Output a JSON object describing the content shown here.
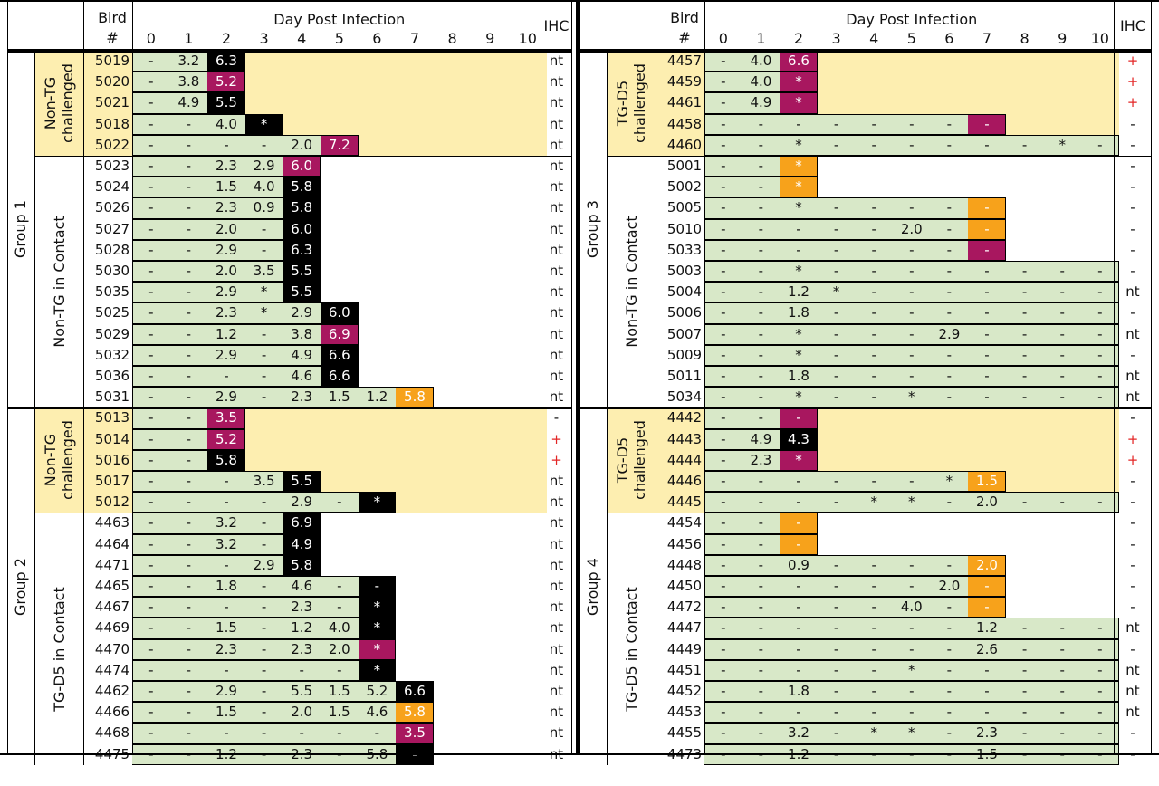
{
  "header": {
    "bird_line1": "Bird",
    "bird_line2": "#",
    "title": "Day Post Infection",
    "days": [
      "0",
      "1",
      "2",
      "3",
      "4",
      "5",
      "6",
      "7",
      "8",
      "9",
      "10"
    ],
    "ihc": "IHC"
  },
  "colors": {
    "green": "#d8e8c8",
    "yellow": "#fdeeb0",
    "black": "#000000",
    "magenta": "#a8175f",
    "orange": "#f7a21b",
    "plus_red": "#e32626"
  },
  "panels": [
    {
      "id": "group1",
      "group": "Group 1",
      "subgroups": [
        {
          "label": [
            "Non-TG",
            "challenged"
          ],
          "shade": "yellow",
          "rows": 5
        },
        {
          "label": [
            "Non-TG in Contact"
          ],
          "shade": "none",
          "rows": 12
        }
      ],
      "rows": [
        {
          "bird": "5019",
          "cells": [
            "-",
            "3.2",
            "6.3"
          ],
          "end": "B",
          "ihc": "nt",
          "bg": "y"
        },
        {
          "bird": "5020",
          "cells": [
            "-",
            "3.8",
            "5.2"
          ],
          "end": "M",
          "ihc": "nt",
          "bg": "y"
        },
        {
          "bird": "5021",
          "cells": [
            "-",
            "4.9",
            "5.5"
          ],
          "end": "B",
          "ihc": "nt",
          "bg": "y"
        },
        {
          "bird": "5018",
          "cells": [
            "-",
            "-",
            "4.0",
            "*"
          ],
          "end": "B",
          "ihc": "nt",
          "bg": "y"
        },
        {
          "bird": "5022",
          "cells": [
            "-",
            "-",
            "-",
            "-",
            "2.0",
            "7.2"
          ],
          "end": "M",
          "ihc": "nt",
          "bg": "y"
        },
        {
          "bird": "5023",
          "cells": [
            "-",
            "-",
            "2.3",
            "2.9",
            "6.0"
          ],
          "end": "M",
          "ihc": "nt",
          "bg": "w"
        },
        {
          "bird": "5024",
          "cells": [
            "-",
            "-",
            "1.5",
            "4.0",
            "5.8"
          ],
          "end": "B",
          "ihc": "nt",
          "bg": "w"
        },
        {
          "bird": "5026",
          "cells": [
            "-",
            "-",
            "2.3",
            "0.9",
            "5.8"
          ],
          "end": "B",
          "ihc": "nt",
          "bg": "w"
        },
        {
          "bird": "5027",
          "cells": [
            "-",
            "-",
            "2.0",
            "-",
            "6.0"
          ],
          "end": "B",
          "ihc": "nt",
          "bg": "w"
        },
        {
          "bird": "5028",
          "cells": [
            "-",
            "-",
            "2.9",
            "-",
            "6.3"
          ],
          "end": "B",
          "ihc": "nt",
          "bg": "w"
        },
        {
          "bird": "5030",
          "cells": [
            "-",
            "-",
            "2.0",
            "3.5",
            "5.5"
          ],
          "end": "B",
          "ihc": "nt",
          "bg": "w"
        },
        {
          "bird": "5035",
          "cells": [
            "-",
            "-",
            "2.9",
            "*",
            "5.5"
          ],
          "end": "B",
          "ihc": "nt",
          "bg": "w"
        },
        {
          "bird": "5025",
          "cells": [
            "-",
            "-",
            "2.3",
            "*",
            "2.9",
            "6.0"
          ],
          "end": "B",
          "ihc": "nt",
          "bg": "w"
        },
        {
          "bird": "5029",
          "cells": [
            "-",
            "-",
            "1.2",
            "-",
            "3.8",
            "6.9"
          ],
          "end": "M",
          "ihc": "nt",
          "bg": "w"
        },
        {
          "bird": "5032",
          "cells": [
            "-",
            "-",
            "2.9",
            "-",
            "4.9",
            "6.6"
          ],
          "end": "B",
          "ihc": "nt",
          "bg": "w"
        },
        {
          "bird": "5036",
          "cells": [
            "-",
            "-",
            "-",
            "-",
            "4.6",
            "6.6"
          ],
          "end": "B",
          "ihc": "nt",
          "bg": "w"
        },
        {
          "bird": "5031",
          "cells": [
            "-",
            "-",
            "2.9",
            "-",
            "2.3",
            "1.5",
            "1.2",
            "5.8"
          ],
          "end": "O",
          "ihc": "nt",
          "bg": "w"
        }
      ]
    },
    {
      "id": "group2",
      "group": "Group 2",
      "subgroups": [
        {
          "label": [
            "Non-TG",
            "challenged"
          ],
          "shade": "yellow",
          "rows": 5
        },
        {
          "label": [
            "TG-D5 in Contact"
          ],
          "shade": "none",
          "rows": 13
        }
      ],
      "rows": [
        {
          "bird": "5013",
          "cells": [
            "-",
            "-",
            "3.5"
          ],
          "end": "M",
          "ihc": "-",
          "bg": "y"
        },
        {
          "bird": "5014",
          "cells": [
            "-",
            "-",
            "5.2"
          ],
          "end": "M",
          "ihc": "+",
          "bg": "y"
        },
        {
          "bird": "5016",
          "cells": [
            "-",
            "-",
            "5.8"
          ],
          "end": "B",
          "ihc": "+",
          "bg": "y"
        },
        {
          "bird": "5017",
          "cells": [
            "-",
            "-",
            "-",
            "3.5",
            "5.5"
          ],
          "end": "B",
          "ihc": "nt",
          "bg": "y"
        },
        {
          "bird": "5012",
          "cells": [
            "-",
            "-",
            "-",
            "-",
            "2.9",
            "-",
            "*"
          ],
          "end": "B",
          "ihc": "nt",
          "bg": "y"
        },
        {
          "bird": "4463",
          "cells": [
            "-",
            "-",
            "3.2",
            "-",
            "6.9"
          ],
          "end": "B",
          "ihc": "nt",
          "bg": "w"
        },
        {
          "bird": "4464",
          "cells": [
            "-",
            "-",
            "3.2",
            "-",
            "4.9"
          ],
          "end": "B",
          "ihc": "nt",
          "bg": "w"
        },
        {
          "bird": "4471",
          "cells": [
            "-",
            "-",
            "-",
            "2.9",
            "5.8"
          ],
          "end": "B",
          "ihc": "nt",
          "bg": "w"
        },
        {
          "bird": "4465",
          "cells": [
            "-",
            "-",
            "1.8",
            "-",
            "4.6",
            "-",
            "-"
          ],
          "end": "B",
          "ihc": "nt",
          "bg": "w"
        },
        {
          "bird": "4467",
          "cells": [
            "-",
            "-",
            "-",
            "-",
            "2.3",
            "-",
            "*"
          ],
          "end": "B",
          "ihc": "nt",
          "bg": "w"
        },
        {
          "bird": "4469",
          "cells": [
            "-",
            "-",
            "1.5",
            "-",
            "1.2",
            "4.0",
            "*"
          ],
          "end": "B",
          "ihc": "nt",
          "bg": "w"
        },
        {
          "bird": "4470",
          "cells": [
            "-",
            "-",
            "2.3",
            "-",
            "2.3",
            "2.0",
            "*"
          ],
          "end": "M",
          "ihc": "nt",
          "bg": "w"
        },
        {
          "bird": "4474",
          "cells": [
            "-",
            "-",
            "-",
            "-",
            "-",
            "-",
            "*"
          ],
          "end": "B",
          "ihc": "nt",
          "bg": "w"
        },
        {
          "bird": "4462",
          "cells": [
            "-",
            "-",
            "2.9",
            "-",
            "5.5",
            "1.5",
            "5.2",
            "6.6"
          ],
          "end": "B",
          "ihc": "nt",
          "bg": "w"
        },
        {
          "bird": "4466",
          "cells": [
            "-",
            "-",
            "1.5",
            "-",
            "2.0",
            "1.5",
            "4.6",
            "5.8"
          ],
          "end": "O",
          "ihc": "nt",
          "bg": "w"
        },
        {
          "bird": "4468",
          "cells": [
            "-",
            "-",
            "-",
            "-",
            "-",
            "-",
            "-",
            "3.5"
          ],
          "end": "M",
          "ihc": "nt",
          "bg": "w"
        },
        {
          "bird": "4475",
          "cells": [
            "-",
            "-",
            "1.2",
            "-",
            "2.3",
            "-",
            "5.8",
            "-"
          ],
          "end": "B",
          "ihc": "nt",
          "bg": "w"
        }
      ]
    },
    {
      "id": "group3",
      "group": "Group 3",
      "subgroups": [
        {
          "label": [
            "TG-D5",
            "challenged"
          ],
          "shade": "yellow",
          "rows": 5
        },
        {
          "label": [
            "Non-TG in Contact"
          ],
          "shade": "none",
          "rows": 12
        }
      ],
      "rows": [
        {
          "bird": "4457",
          "cells": [
            "-",
            "4.0",
            "6.6"
          ],
          "end": "M",
          "ihc": "+",
          "bg": "y"
        },
        {
          "bird": "4459",
          "cells": [
            "-",
            "4.0",
            "*"
          ],
          "end": "M",
          "ihc": "+",
          "bg": "y"
        },
        {
          "bird": "4461",
          "cells": [
            "-",
            "4.9",
            "*"
          ],
          "end": "M",
          "ihc": "+",
          "bg": "y"
        },
        {
          "bird": "4458",
          "cells": [
            "-",
            "-",
            "-",
            "-",
            "-",
            "-",
            "-",
            "-"
          ],
          "end": "M",
          "ihc": "-",
          "bg": "y"
        },
        {
          "bird": "4460",
          "cells": [
            "-",
            "-",
            "*",
            "-",
            "-",
            "-",
            "-",
            "-",
            "-",
            "*",
            "-"
          ],
          "end": "",
          "ihc": "-",
          "bg": "y"
        },
        {
          "bird": "5001",
          "cells": [
            "-",
            "-",
            "*"
          ],
          "end": "O",
          "ihc": "-",
          "bg": "w"
        },
        {
          "bird": "5002",
          "cells": [
            "-",
            "-",
            "*"
          ],
          "end": "O",
          "ihc": "-",
          "bg": "w"
        },
        {
          "bird": "5005",
          "cells": [
            "-",
            "-",
            "*",
            "-",
            "-",
            "-",
            "-",
            "-"
          ],
          "end": "O",
          "ihc": "-",
          "bg": "w"
        },
        {
          "bird": "5010",
          "cells": [
            "-",
            "-",
            "-",
            "-",
            "-",
            "2.0",
            "-",
            "-"
          ],
          "end": "O",
          "ihc": "-",
          "bg": "w"
        },
        {
          "bird": "5033",
          "cells": [
            "-",
            "-",
            "-",
            "-",
            "-",
            "-",
            "-",
            "-"
          ],
          "end": "M",
          "ihc": "-",
          "bg": "w"
        },
        {
          "bird": "5003",
          "cells": [
            "-",
            "-",
            "*",
            "-",
            "-",
            "-",
            "-",
            "-",
            "-",
            "-",
            "-"
          ],
          "end": "",
          "ihc": "-",
          "bg": "w"
        },
        {
          "bird": "5004",
          "cells": [
            "-",
            "-",
            "1.2",
            "*",
            "-",
            "-",
            "-",
            "-",
            "-",
            "-",
            "-"
          ],
          "end": "",
          "ihc": "nt",
          "bg": "w"
        },
        {
          "bird": "5006",
          "cells": [
            "-",
            "-",
            "1.8",
            "-",
            "-",
            "-",
            "-",
            "-",
            "-",
            "-",
            "-"
          ],
          "end": "",
          "ihc": "-",
          "bg": "w"
        },
        {
          "bird": "5007",
          "cells": [
            "-",
            "-",
            "*",
            "-",
            "-",
            "-",
            "2.9",
            "-",
            "-",
            "-",
            "-"
          ],
          "end": "",
          "ihc": "nt",
          "bg": "w"
        },
        {
          "bird": "5009",
          "cells": [
            "-",
            "-",
            "*",
            "-",
            "-",
            "-",
            "-",
            "-",
            "-",
            "-",
            "-"
          ],
          "end": "",
          "ihc": "-",
          "bg": "w"
        },
        {
          "bird": "5011",
          "cells": [
            "-",
            "-",
            "1.8",
            "-",
            "-",
            "-",
            "-",
            "-",
            "-",
            "-",
            "-"
          ],
          "end": "",
          "ihc": "nt",
          "bg": "w"
        },
        {
          "bird": "5034",
          "cells": [
            "-",
            "-",
            "*",
            "-",
            "-",
            "*",
            "-",
            "-",
            "-",
            "-",
            "-"
          ],
          "end": "",
          "ihc": "nt",
          "bg": "w"
        }
      ]
    },
    {
      "id": "group4",
      "group": "Group 4",
      "subgroups": [
        {
          "label": [
            "TG-D5",
            "challenged"
          ],
          "shade": "yellow",
          "rows": 5
        },
        {
          "label": [
            "TG-D5 in Contact"
          ],
          "shade": "none",
          "rows": 13
        }
      ],
      "rows": [
        {
          "bird": "4442",
          "cells": [
            "-",
            "-",
            "-"
          ],
          "end": "M",
          "ihc": "-",
          "bg": "y"
        },
        {
          "bird": "4443",
          "cells": [
            "-",
            "4.9",
            "4.3"
          ],
          "end": "B",
          "ihc": "+",
          "bg": "y"
        },
        {
          "bird": "4444",
          "cells": [
            "-",
            "2.3",
            "*"
          ],
          "end": "M",
          "ihc": "+",
          "bg": "y"
        },
        {
          "bird": "4446",
          "cells": [
            "-",
            "-",
            "-",
            "-",
            "-",
            "-",
            "*",
            "1.5"
          ],
          "end": "O",
          "ihc": "-",
          "bg": "y"
        },
        {
          "bird": "4445",
          "cells": [
            "-",
            "-",
            "-",
            "-",
            "*",
            "*",
            "-",
            "2.0",
            "-",
            "-",
            "-"
          ],
          "end": "",
          "ihc": "-",
          "bg": "y"
        },
        {
          "bird": "4454",
          "cells": [
            "-",
            "-",
            "-"
          ],
          "end": "O",
          "ihc": "-",
          "bg": "w"
        },
        {
          "bird": "4456",
          "cells": [
            "-",
            "-",
            "-"
          ],
          "end": "O",
          "ihc": "-",
          "bg": "w"
        },
        {
          "bird": "4448",
          "cells": [
            "-",
            "-",
            "0.9",
            "-",
            "-",
            "-",
            "-",
            "2.0"
          ],
          "end": "O",
          "ihc": "-",
          "bg": "w"
        },
        {
          "bird": "4450",
          "cells": [
            "-",
            "-",
            "-",
            "-",
            "-",
            "-",
            "2.0",
            "-"
          ],
          "end": "O",
          "ihc": "-",
          "bg": "w"
        },
        {
          "bird": "4472",
          "cells": [
            "-",
            "-",
            "-",
            "-",
            "-",
            "4.0",
            "-",
            "-"
          ],
          "end": "O",
          "ihc": "-",
          "bg": "w"
        },
        {
          "bird": "4447",
          "cells": [
            "-",
            "-",
            "-",
            "-",
            "-",
            "-",
            "-",
            "1.2",
            "-",
            "-",
            "-"
          ],
          "end": "",
          "ihc": "nt",
          "bg": "w"
        },
        {
          "bird": "4449",
          "cells": [
            "-",
            "-",
            "-",
            "-",
            "-",
            "-",
            "-",
            "2.6",
            "-",
            "-",
            "-"
          ],
          "end": "",
          "ihc": "-",
          "bg": "w"
        },
        {
          "bird": "4451",
          "cells": [
            "-",
            "-",
            "-",
            "-",
            "-",
            "*",
            "-",
            "-",
            "-",
            "-",
            "-"
          ],
          "end": "",
          "ihc": "nt",
          "bg": "w"
        },
        {
          "bird": "4452",
          "cells": [
            "-",
            "-",
            "1.8",
            "-",
            "-",
            "-",
            "-",
            "-",
            "-",
            "-",
            "-"
          ],
          "end": "",
          "ihc": "nt",
          "bg": "w"
        },
        {
          "bird": "4453",
          "cells": [
            "-",
            "-",
            "-",
            "-",
            "-",
            "-",
            "-",
            "-",
            "-",
            "-",
            "-"
          ],
          "end": "",
          "ihc": "nt",
          "bg": "w"
        },
        {
          "bird": "4455",
          "cells": [
            "-",
            "-",
            "3.2",
            "-",
            "*",
            "*",
            "-",
            "2.3",
            "-",
            "-",
            "-"
          ],
          "end": "",
          "ihc": "-",
          "bg": "w"
        },
        {
          "bird": "4473",
          "cells": [
            "-",
            "-",
            "1.2",
            "-",
            "-",
            "-",
            "-",
            "1.5",
            "-",
            "-",
            "-"
          ],
          "end": "",
          "ihc": "-",
          "bg": "w"
        }
      ]
    }
  ]
}
